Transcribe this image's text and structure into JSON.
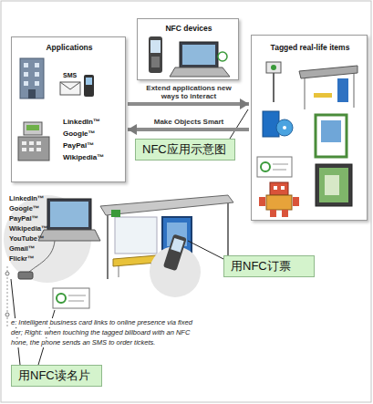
{
  "diagram": {
    "nodes": [
      {
        "text": [
          "Applications",
          "SMS",
          "LinkedIn™ Google™ PayPal™ Wikipedia™"
        ]
      },
      {
        "text": [
          "NFC devices"
        ]
      },
      {
        "text": [
          "Tagged real-life items"
        ]
      },
      {
        "text": [
          "NFC应用示意图"
        ]
      },
      {
        "text": [
          "用NFC订票"
        ]
      },
      {
        "text": [
          "用NFC读名片"
        ]
      }
    ],
    "edges": [
      {
        "from": 0,
        "to": 2,
        "label": "Extend applications new ways to interact",
        "arrow": "to"
      },
      {
        "from": 2,
        "to": 0,
        "label": "Make Objects Smart",
        "arrow": "to"
      }
    ],
    "labels": [
      "LinkedIn™ Google™ PayPal™ Wikipedia™ YouTube™ Gmail™ Flickr™",
      "e: Intelligent business card links to online presence via fixed",
      "der; Right: when touching the tagged billboard with an NFC",
      "hone, the phone sends an SMS to order tickets."
    ]
  }
}
